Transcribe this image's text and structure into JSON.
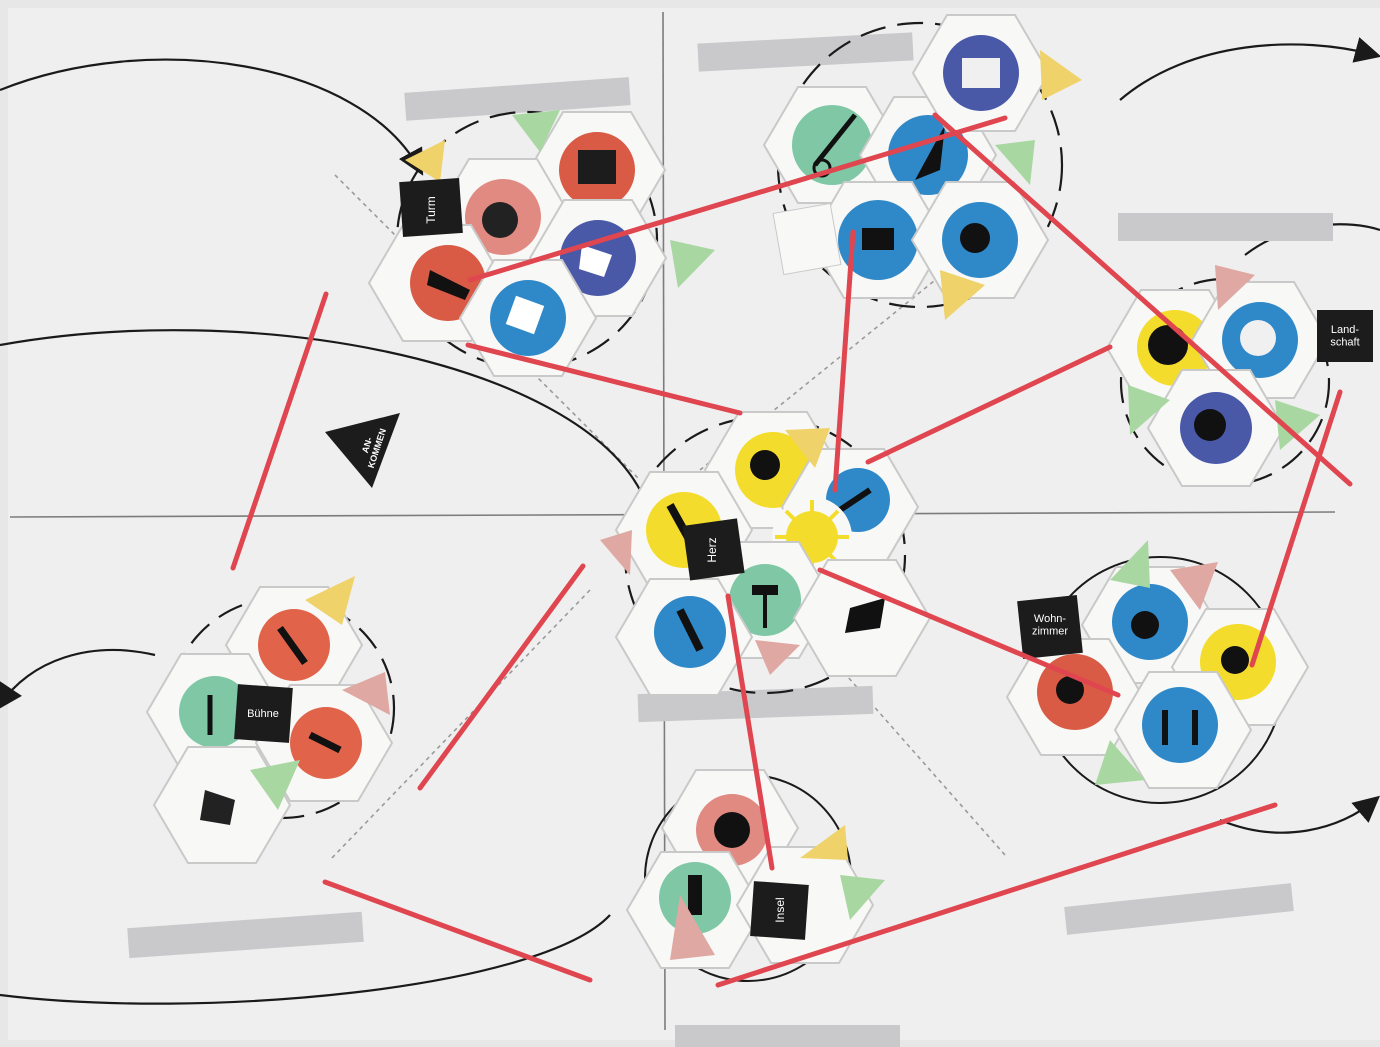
{
  "tiles": {
    "tower": "Turm",
    "arrival": "AN-\nKOMMEN",
    "heart": "Herz",
    "landscape": "Land-\nschaft",
    "living_room": "Wohn-\nzimmer",
    "stage": "Bühne",
    "island": "Insel"
  },
  "colors": {
    "background": "#e9e9ea",
    "paper": "#efefef",
    "connector": "#e0464f",
    "hex_tile": "#f8f8f6",
    "blue": "#2f88c8",
    "yellow": "#f4dc2c",
    "red": "#d95a45",
    "green": "#7fc7a5",
    "pink": "#e08a82",
    "indigo": "#4a58a8",
    "black_tile": "#1c1c1c"
  },
  "icons": [
    "scissors-icon",
    "pencil-icon",
    "flask-icon",
    "lightbulb-icon",
    "calculator-icon",
    "hand-icon",
    "box-icon",
    "figures-icon",
    "sun-icon",
    "paint-roller-icon",
    "plate-icon",
    "person-icon"
  ]
}
